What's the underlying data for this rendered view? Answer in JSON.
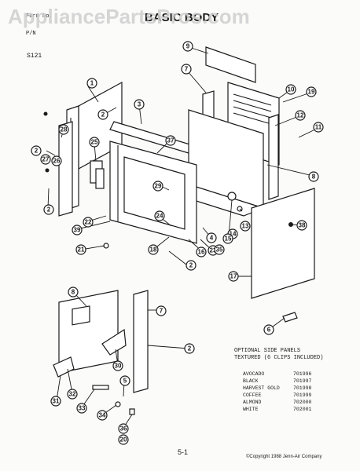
{
  "watermark": "AppliancePartsPros.com",
  "header": {
    "title": "BASIC BODY",
    "form_label": "Form No.",
    "pn_label": "P/N",
    "model_code": "S121"
  },
  "callouts": [
    {
      "id": "c1",
      "label": "1"
    },
    {
      "id": "c2a",
      "label": "2"
    },
    {
      "id": "c2b",
      "label": "2"
    },
    {
      "id": "c2c",
      "label": "2"
    },
    {
      "id": "c2d",
      "label": "2"
    },
    {
      "id": "c2e",
      "label": "2"
    },
    {
      "id": "c3",
      "label": "3"
    },
    {
      "id": "c4",
      "label": "4"
    },
    {
      "id": "c5",
      "label": "5"
    },
    {
      "id": "c6",
      "label": "6"
    },
    {
      "id": "c7a",
      "label": "7"
    },
    {
      "id": "c7b",
      "label": "7"
    },
    {
      "id": "c8a",
      "label": "8"
    },
    {
      "id": "c8b",
      "label": "8"
    },
    {
      "id": "c9",
      "label": "9"
    },
    {
      "id": "c10",
      "label": "10"
    },
    {
      "id": "c11",
      "label": "11"
    },
    {
      "id": "c12",
      "label": "12"
    },
    {
      "id": "c13",
      "label": "13"
    },
    {
      "id": "c14",
      "label": "14"
    },
    {
      "id": "c15",
      "label": "15"
    },
    {
      "id": "c16",
      "label": "16"
    },
    {
      "id": "c17",
      "label": "17"
    },
    {
      "id": "c18",
      "label": "18"
    },
    {
      "id": "c19",
      "label": "19"
    },
    {
      "id": "c20",
      "label": "20"
    },
    {
      "id": "c21",
      "label": "21"
    },
    {
      "id": "c22",
      "label": "22"
    },
    {
      "id": "c23",
      "label": "23"
    },
    {
      "id": "c24",
      "label": "24"
    },
    {
      "id": "c25",
      "label": "25"
    },
    {
      "id": "c26",
      "label": "26"
    },
    {
      "id": "c27",
      "label": "27"
    },
    {
      "id": "c28",
      "label": "28"
    },
    {
      "id": "c29",
      "label": "29"
    },
    {
      "id": "c30",
      "label": "30"
    },
    {
      "id": "c31",
      "label": "31"
    },
    {
      "id": "c32",
      "label": "32"
    },
    {
      "id": "c33",
      "label": "33"
    },
    {
      "id": "c34",
      "label": "34"
    },
    {
      "id": "c35",
      "label": "35"
    },
    {
      "id": "c36",
      "label": "36"
    },
    {
      "id": "c37",
      "label": "37"
    },
    {
      "id": "c38a",
      "label": "38"
    },
    {
      "id": "c38b",
      "label": "38"
    },
    {
      "id": "c39",
      "label": "39"
    }
  ],
  "side_panels": {
    "title_line1": "OPTIONAL SIDE PANELS",
    "title_line2": "TEXTURED (6 CLIPS INCLUDED)",
    "rows": [
      {
        "color": "AVOCADO",
        "part": "701996"
      },
      {
        "color": "BLACK",
        "part": "701997"
      },
      {
        "color": "HARVEST GOLD",
        "part": "701998"
      },
      {
        "color": "COFFEE",
        "part": "701999"
      },
      {
        "color": "ALMOND",
        "part": "702000"
      },
      {
        "color": "WHITE",
        "part": "702001"
      }
    ]
  },
  "footer": {
    "page_number": "5-1",
    "copyright": "©Copyright 1988 Jenn-Air Company"
  }
}
